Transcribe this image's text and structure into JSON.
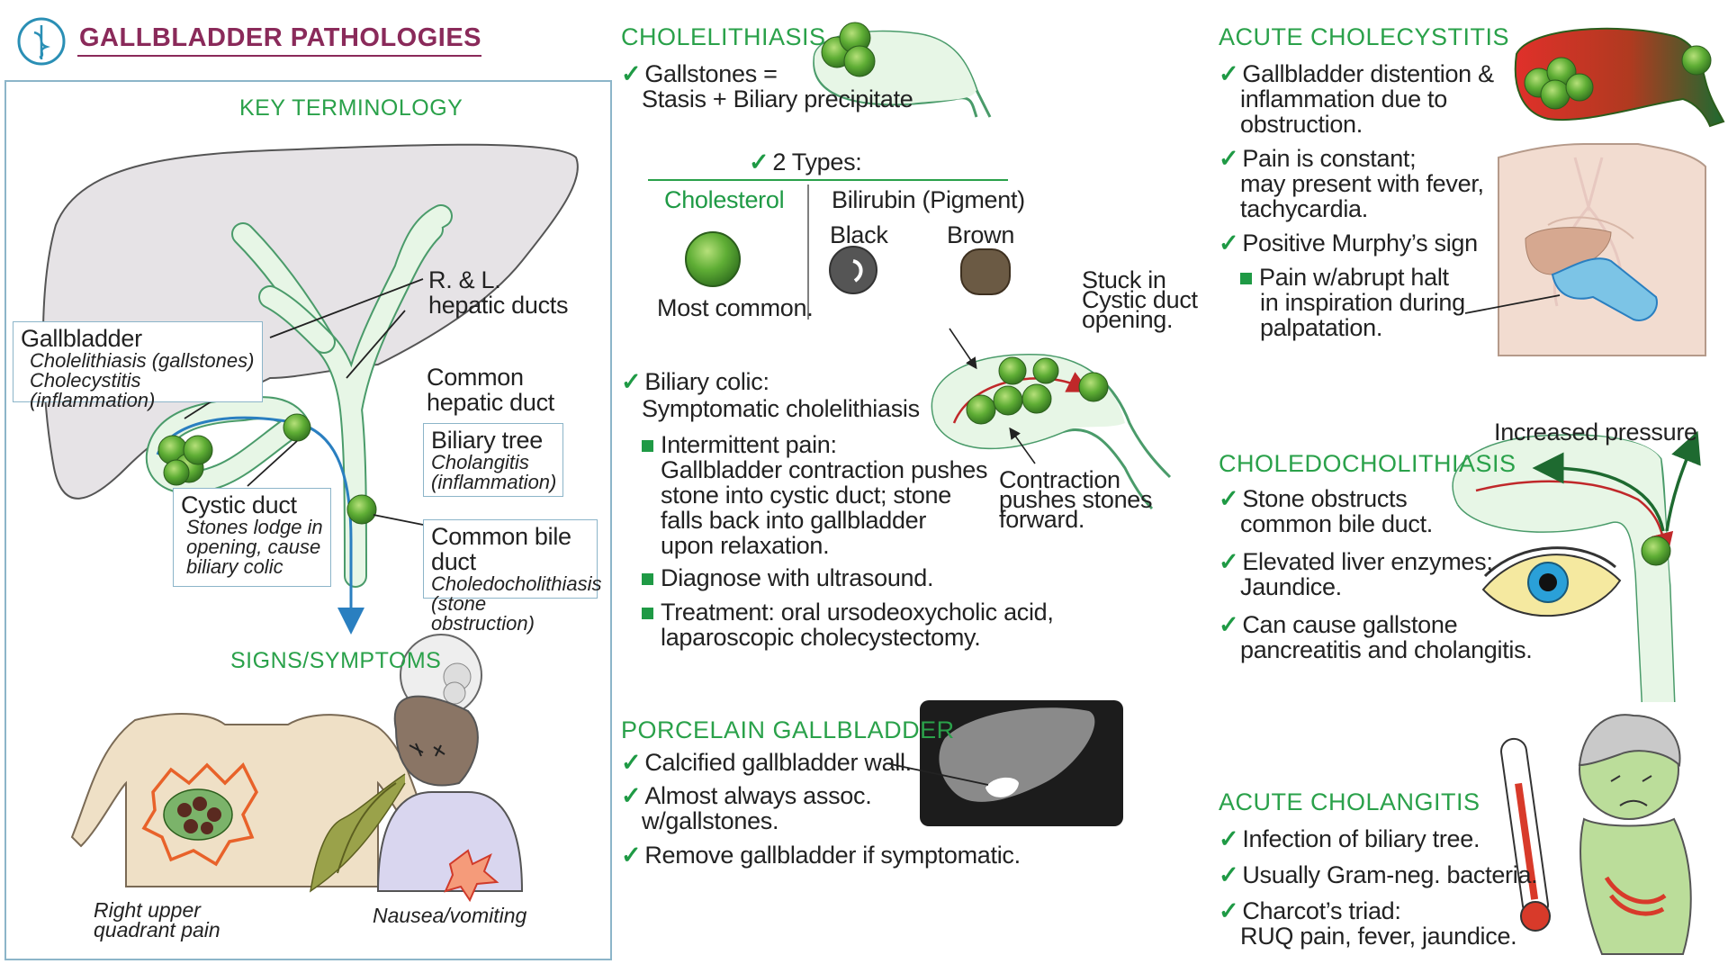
{
  "title": "GALLBLADDER PATHOLOGIES",
  "colors": {
    "accent_green": "#2aa14a",
    "title_purple": "#8a2a5a",
    "box_border": "#8cb5c9"
  },
  "key_terminology": {
    "heading": "KEY TERMINOLOGY",
    "rl_hepatic": "R. & L. hepatic ducts",
    "gallbladder": {
      "title": "Gallbladder",
      "line1": "Cholelithiasis (gallstones)",
      "line2": "Cholecystitis (inflammation)"
    },
    "common_hepatic": "Common hepatic duct",
    "biliary_tree": {
      "title": "Biliary tree",
      "line1": "Cholangitis",
      "line2": "(inflammation)"
    },
    "cystic_duct": {
      "title": "Cystic duct",
      "line1": "Stones lodge in",
      "line2": "opening, cause",
      "line3": "biliary colic"
    },
    "common_bile": {
      "title": "Common bile duct",
      "line1": "Choledocholithiasis",
      "line2": "(stone obstruction)"
    }
  },
  "signs": {
    "heading": "SIGNS/SYMPTOMS",
    "ruq1": "Right upper",
    "ruq2": "quadrant pain",
    "nausea": "Nausea/vomiting"
  },
  "cholelithiasis": {
    "heading": "CHOLELITHIASIS",
    "l1": "Gallstones =",
    "l2": "Stasis + Biliary precipitate",
    "types": "2 Types:",
    "cholesterol": "Cholesterol",
    "bilirubin": "Bilirubin (Pigment)",
    "black": "Black",
    "brown": "Brown",
    "most_common": "Most common.",
    "stuck1": "Stuck in",
    "stuck2": "Cystic duct",
    "stuck3": "opening.",
    "colic1": "Biliary colic:",
    "colic2": "Symptomatic cholelithiasis",
    "b1_1": "Intermittent pain:",
    "b1_2": "Gallbladder contraction pushes",
    "b1_3": "stone into cystic duct; stone",
    "b1_4": "falls back into gallbladder",
    "b1_5": "upon relaxation.",
    "b2": "Diagnose with ultrasound.",
    "b3_1": "Treatment: oral ursodeoxycholic acid,",
    "b3_2": "laparoscopic cholecystectomy.",
    "contraction1": "Contraction",
    "contraction2": "pushes stones",
    "contraction3": "forward."
  },
  "porcelain": {
    "heading": "PORCELAIN GALLBLADDER",
    "l1": "Calcified gallbladder wall.",
    "l2": "Almost always assoc.",
    "l3": "w/gallstones.",
    "l4": "Remove gallbladder if symptomatic."
  },
  "acute_cholecystitis": {
    "heading": "ACUTE CHOLECYSTITIS",
    "a1": "Gallbladder distention &",
    "a2": "inflammation due to",
    "a3": "obstruction.",
    "b1": "Pain is constant;",
    "b2": "may present with fever,",
    "b3": "tachycardia.",
    "c1": "Positive Murphy’s sign",
    "d1": "Pain w/abrupt halt",
    "d2": "in inspiration during",
    "d3": "palpatation."
  },
  "choledocholithiasis": {
    "heading": "CHOLEDOCHOLITHIASIS",
    "pressure": "Increased pressure",
    "a1": "Stone obstructs",
    "a2": "common bile duct.",
    "b1": "Elevated liver enzymes;",
    "b2": "Jaundice.",
    "c1": "Can cause gallstone",
    "c2": "pancreatitis and cholangitis."
  },
  "acute_cholangitis": {
    "heading": "ACUTE CHOLANGITIS",
    "a1": "Infection of biliary tree.",
    "b1": "Usually Gram-neg. bacteria.",
    "c1": "Charcot’s triad:",
    "c2": "RUQ pain, fever, jaundice."
  }
}
